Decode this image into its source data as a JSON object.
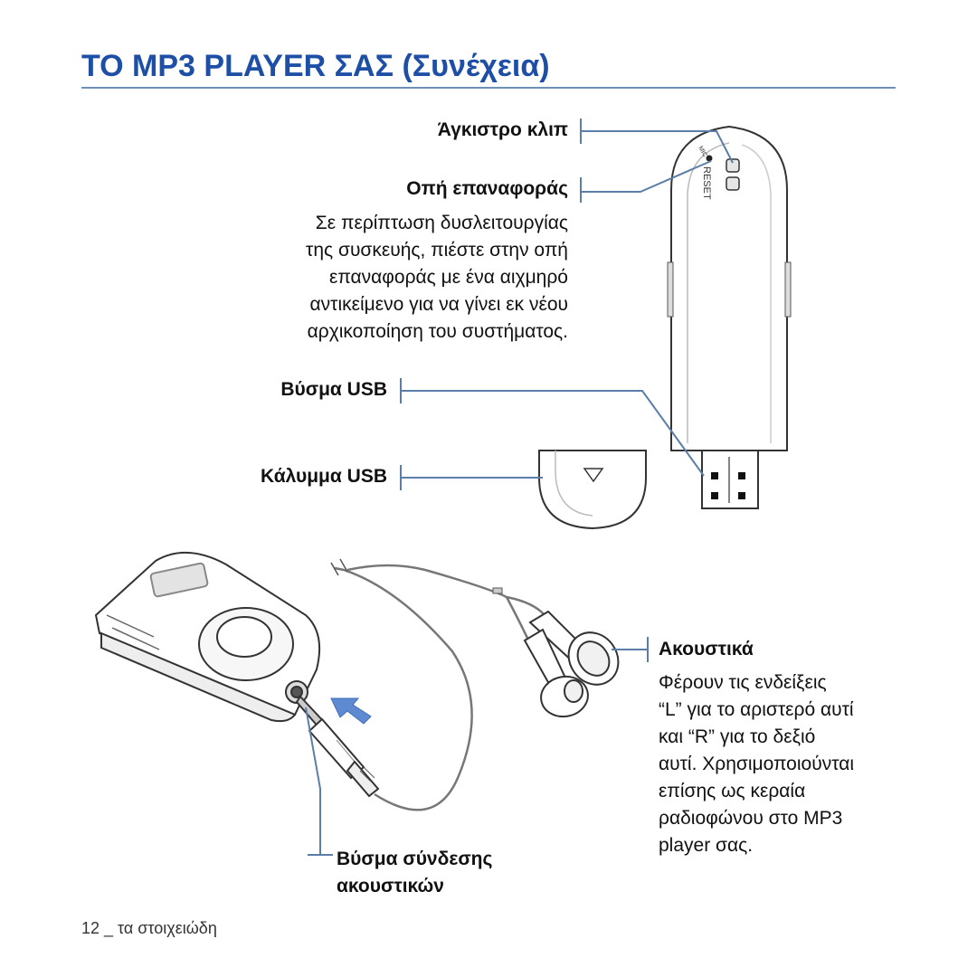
{
  "page": {
    "title": "ΤΟ MP3 PLAYER ΣΑΣ (Συνέχεια)",
    "footer": "12 _ τα στοιχειώδη",
    "accent_color": "#1d4fa6"
  },
  "callouts": {
    "clip": {
      "label": "Άγκιστρο κλιπ"
    },
    "reset": {
      "label": "Οπή επαναφοράς",
      "description": [
        "Σε περίπτωση δυσλειτουργίας",
        "της συσκευής, πιέστε στην οπή",
        "επαναφοράς με ένα αιχμηρό",
        "αντικείμενο για να γίνει εκ νέου",
        "αρχικοποίηση του συστήματος."
      ]
    },
    "usb_plug": {
      "label": "Βύσμα USB"
    },
    "usb_cover": {
      "label": "Κάλυμμα USB"
    },
    "earphones": {
      "label": "Ακουστικά",
      "description": [
        "Φέρουν τις ενδείξεις",
        "“L” για το αριστερό αυτί",
        "και “R” για το δεξιό",
        "αυτί. Χρησιμοποιούνται",
        "επίσης ως κεραία",
        "ραδιοφώνου στο MP3",
        "player σας."
      ]
    },
    "earphone_jack": {
      "label_line1": "Βύσμα σύνδεσης",
      "label_line2": "ακουστικών"
    }
  },
  "device_markings": {
    "reset_text": "RESET",
    "mic_text": "MIC"
  },
  "icons": [
    "triangle-down-icon",
    "insert-arrow-icon"
  ]
}
